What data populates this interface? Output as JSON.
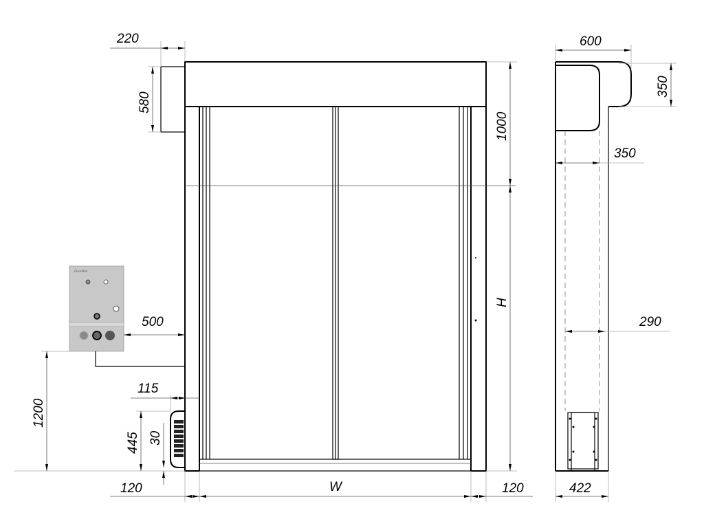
{
  "drawing": {
    "front_view": {
      "dimensions": {
        "motor_width": "220",
        "motor_height": "580",
        "header_height": "1000",
        "height": "H",
        "panel_offset": "500",
        "panel_height": "1200",
        "vent_offset": "115",
        "vent_height": "445",
        "vent_gap": "30",
        "left_post": "120",
        "width": "W",
        "right_post": "120"
      },
      "control_panel": {
        "logo": "DoorHan",
        "colors": {
          "body": "#c8c8c8",
          "button_gray": "#8a8a8a",
          "button_dark": "#555555"
        }
      }
    },
    "side_view": {
      "dimensions": {
        "header_depth": "600",
        "header_height": "350",
        "inner_depth": "350",
        "guide_depth": "290",
        "base_depth": "422"
      }
    }
  }
}
